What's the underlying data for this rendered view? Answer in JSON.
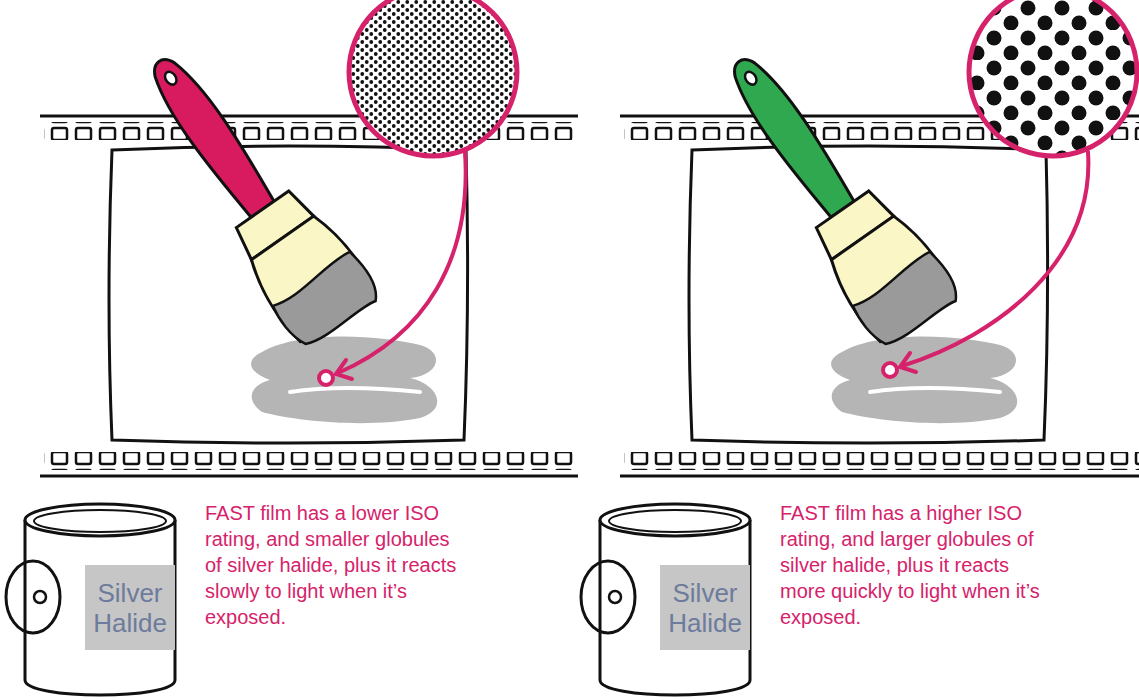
{
  "diagram": {
    "nodes": [
      {
        "text": [
          "Silver Halide"
        ]
      },
      {
        "text": [
          "Silver Halide"
        ]
      }
    ],
    "labels": [
      "FAST film has a lower ISO rating, and smaller globules of silver halide, plus it reacts slowly to light when it’s exposed.",
      "FAST film has a higher ISO rating, and larger globules of silver halide, plus it reacts more quickly to light when it’s exposed."
    ]
  }
}
